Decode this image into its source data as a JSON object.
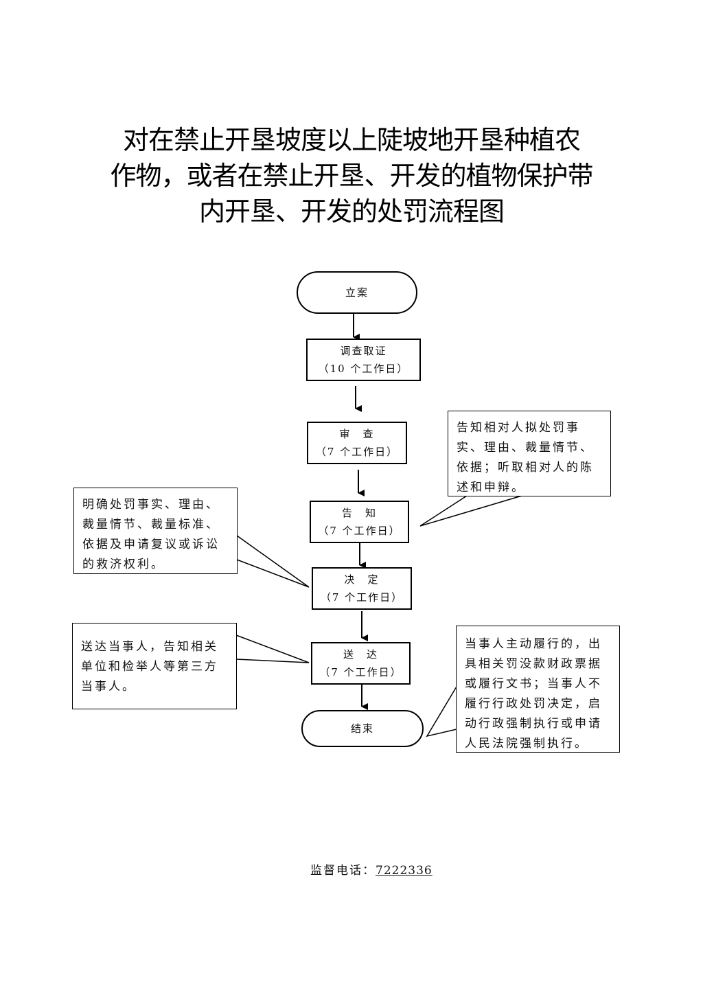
{
  "title": {
    "lines": [
      "对在禁止开垦坡度以上陡坡地开垦种植农",
      "作物，或者在禁止开垦、开发的植物保护带",
      "内开垦、开发的处罚流程图"
    ]
  },
  "flow": {
    "start": {
      "label": "立案"
    },
    "steps": [
      {
        "name": "调查取证",
        "duration": "（10 个工作日）"
      },
      {
        "name": "审　查",
        "duration": "（7 个工作日）"
      },
      {
        "name": "告　知",
        "duration": "（7 个工作日）"
      },
      {
        "name": "决　定",
        "duration": "（7 个工作日）"
      },
      {
        "name": "送　达",
        "duration": "（7 个工作日）"
      }
    ],
    "end": {
      "label": "结束"
    }
  },
  "notes": {
    "inform": [
      "告知相对人拟处罚事",
      "实、理由、裁量情节、",
      "依据；听取相对人的陈",
      "述和申辩。"
    ],
    "decision": [
      "明确处罚事实、理由、",
      "裁量情节、裁量标准、",
      "依据及申请复议或诉讼",
      "的救济权利。"
    ],
    "delivery": [
      "送达当事人，告知相关",
      "单位和检举人等第三方",
      "当事人。"
    ],
    "end": [
      "当事人主动履行的，出",
      "具相关罚没款财政票据",
      "或履行文书；当事人不",
      "履行行政处罚决定，启",
      "动行政强制执行或申请",
      "人民法院强制执行。"
    ]
  },
  "footer": {
    "label": "监督电话：",
    "phone": "7222336"
  }
}
